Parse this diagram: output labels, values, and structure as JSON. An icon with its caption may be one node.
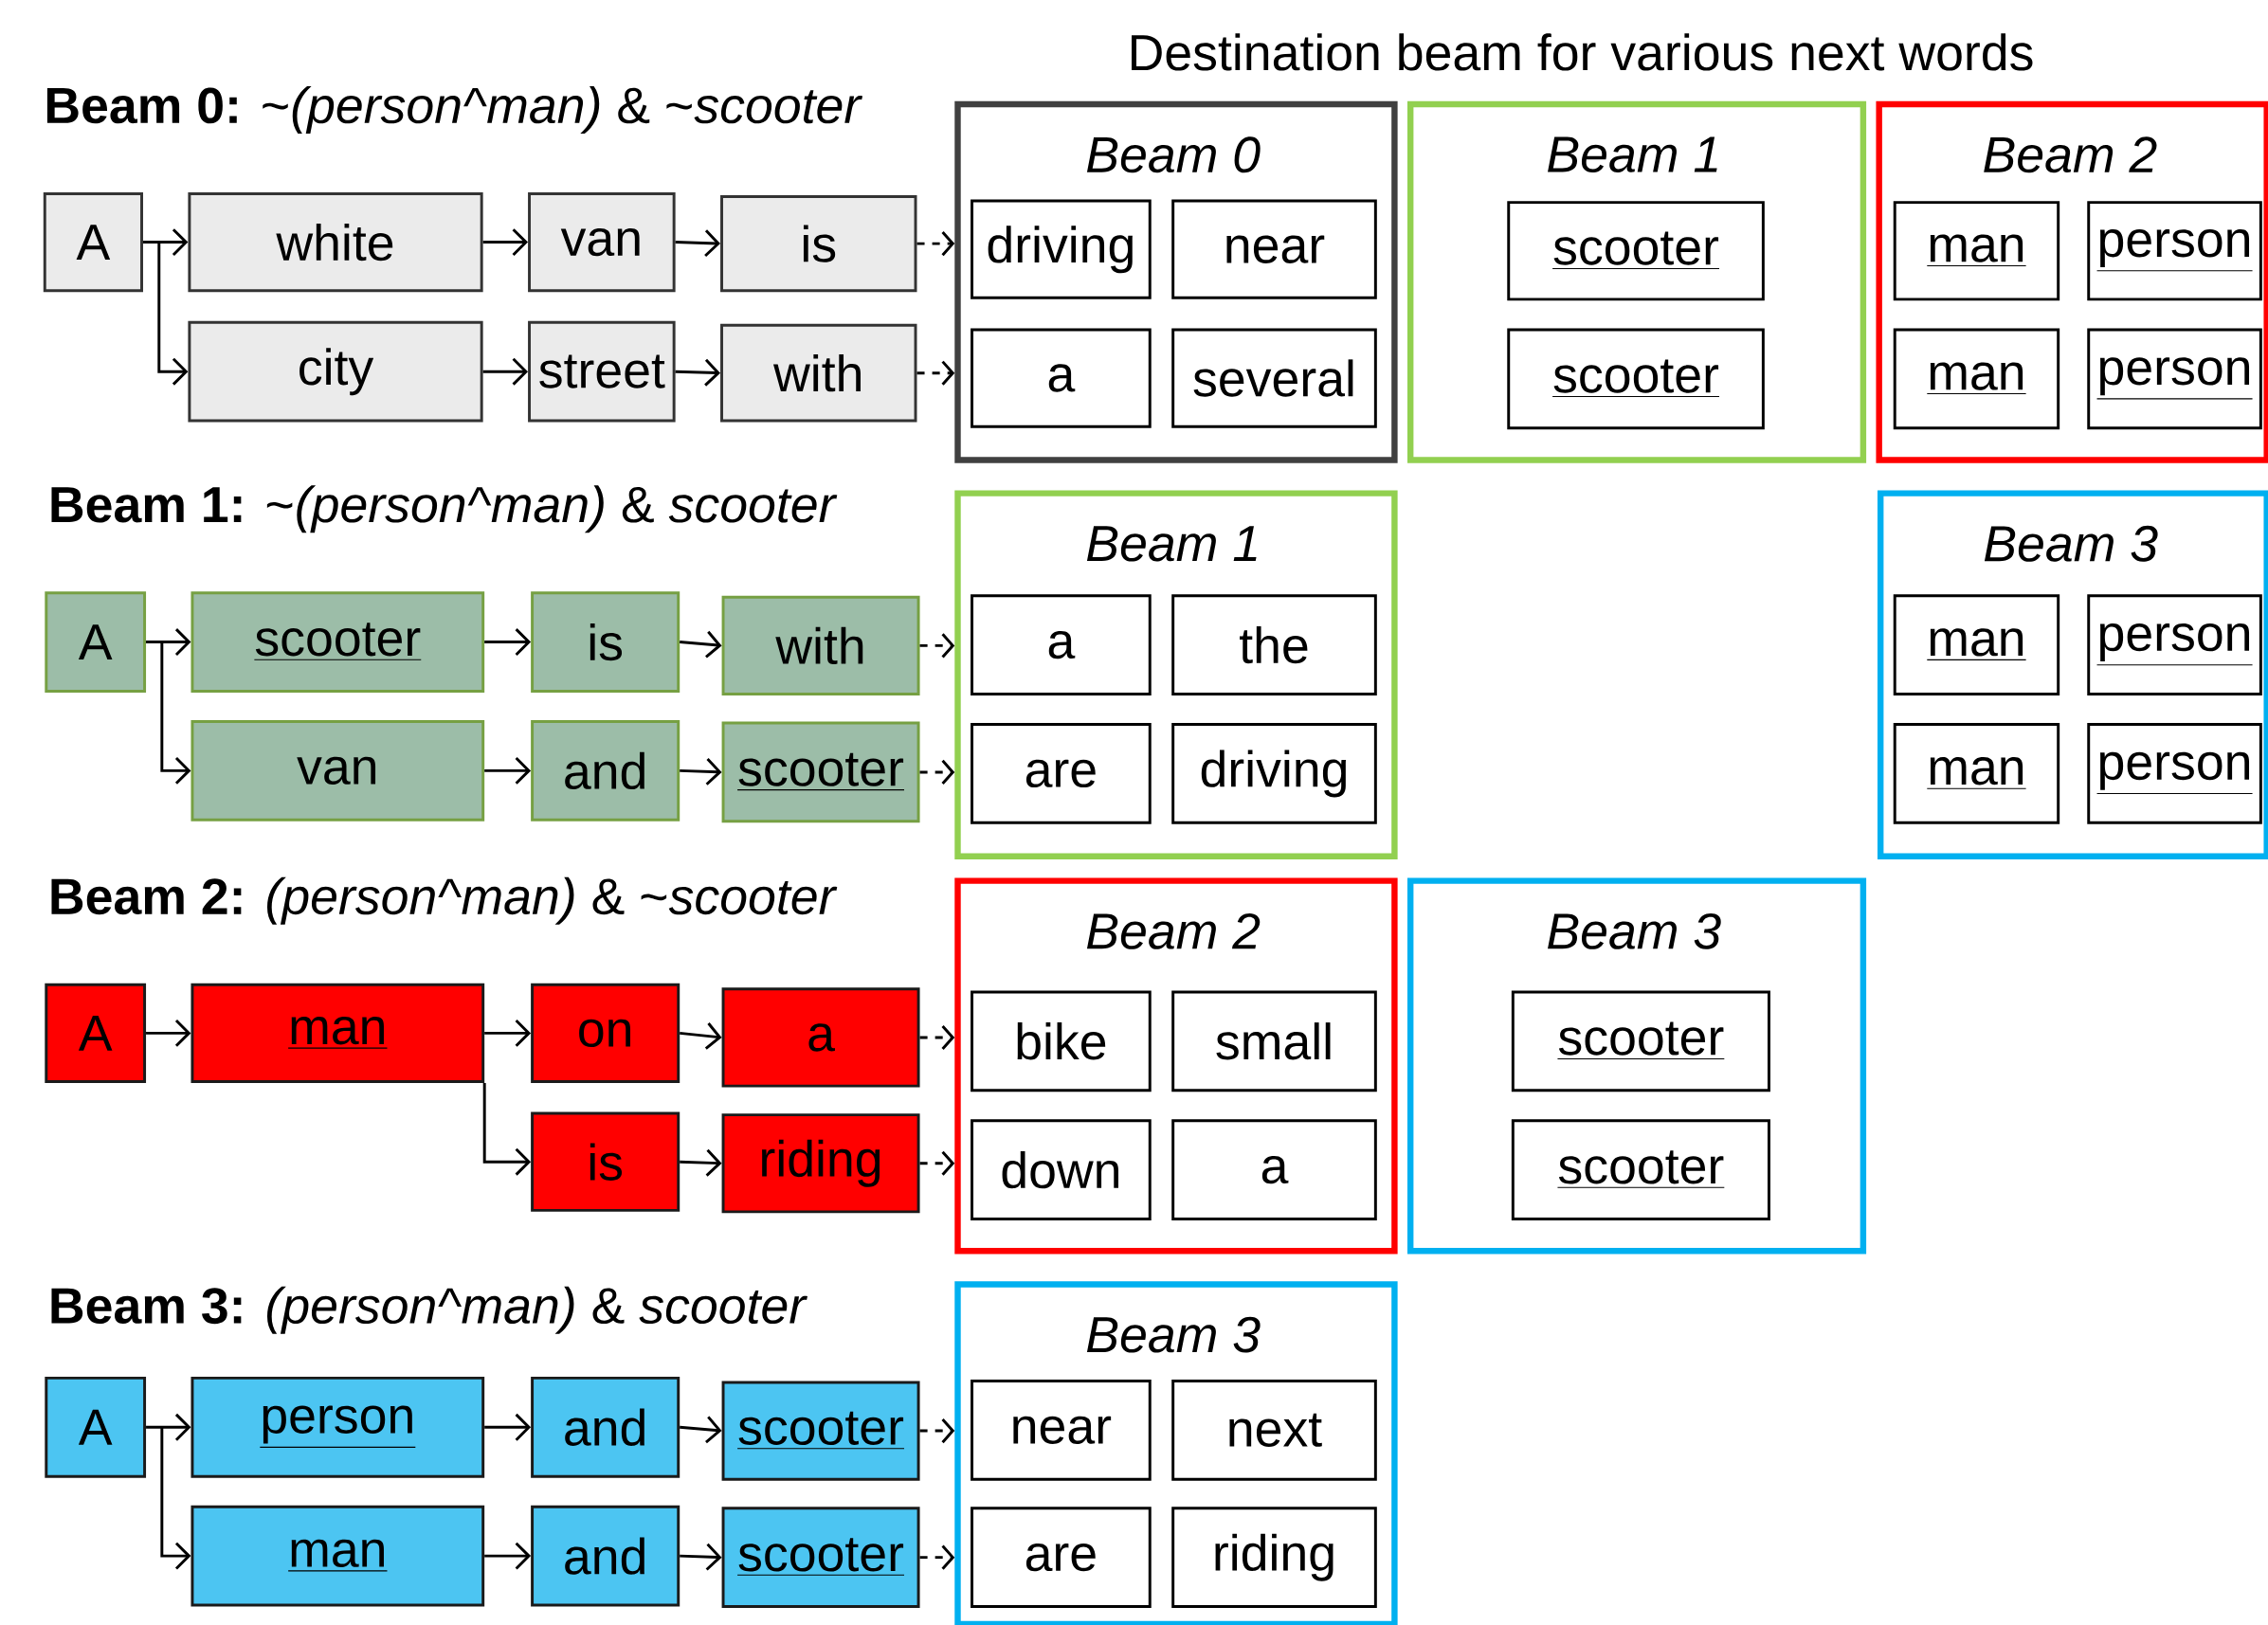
{
  "diagram": {
    "nodes": [
      {
        "text": [
          "A"
        ]
      },
      {
        "text": [
          "white"
        ]
      },
      {
        "text": [
          "van"
        ]
      },
      {
        "text": [
          "is"
        ]
      },
      {
        "text": [
          "city"
        ]
      },
      {
        "text": [
          "street"
        ]
      },
      {
        "text": [
          "with"
        ]
      },
      {
        "text": [
          "Beam 0"
        ]
      },
      {
        "text": [
          "driving"
        ],
        "in": 7
      },
      {
        "text": [
          "near"
        ],
        "in": 7
      },
      {
        "text": [
          "a"
        ],
        "in": 7
      },
      {
        "text": [
          "several"
        ],
        "in": 7
      },
      {
        "text": [
          "Beam 1"
        ]
      },
      {
        "text": [
          "scooter"
        ],
        "in": 12
      },
      {
        "text": [
          "scooter"
        ],
        "in": 12
      },
      {
        "text": [
          "Beam 2"
        ]
      },
      {
        "text": [
          "man"
        ],
        "in": 15
      },
      {
        "text": [
          "person"
        ],
        "in": 15
      },
      {
        "text": [
          "man"
        ],
        "in": 15
      },
      {
        "text": [
          "person"
        ],
        "in": 15
      },
      {
        "text": [
          "A"
        ]
      },
      {
        "text": [
          "scooter"
        ]
      },
      {
        "text": [
          "is"
        ]
      },
      {
        "text": [
          "with"
        ]
      },
      {
        "text": [
          "van"
        ]
      },
      {
        "text": [
          "and"
        ]
      },
      {
        "text": [
          "scooter"
        ]
      },
      {
        "text": [
          "Beam 1"
        ]
      },
      {
        "text": [
          "a"
        ],
        "in": 27
      },
      {
        "text": [
          "the"
        ],
        "in": 27
      },
      {
        "text": [
          "are"
        ],
        "in": 27
      },
      {
        "text": [
          "driving"
        ],
        "in": 27
      },
      {
        "text": [
          "Beam 3"
        ]
      },
      {
        "text": [
          "man"
        ],
        "in": 32
      },
      {
        "text": [
          "person"
        ],
        "in": 32
      },
      {
        "text": [
          "man"
        ],
        "in": 32
      },
      {
        "text": [
          "person"
        ],
        "in": 32
      },
      {
        "text": [
          "A"
        ]
      },
      {
        "text": [
          "man"
        ]
      },
      {
        "text": [
          "on"
        ]
      },
      {
        "text": [
          "a"
        ]
      },
      {
        "text": [
          "is"
        ]
      },
      {
        "text": [
          "riding"
        ]
      },
      {
        "text": [
          "Beam 2"
        ]
      },
      {
        "text": [
          "bike"
        ],
        "in": 43
      },
      {
        "text": [
          "small"
        ],
        "in": 43
      },
      {
        "text": [
          "down"
        ],
        "in": 43
      },
      {
        "text": [
          "a"
        ],
        "in": 43
      },
      {
        "text": [
          "Beam 3"
        ]
      },
      {
        "text": [
          "scooter"
        ],
        "in": 48
      },
      {
        "text": [
          "scooter"
        ],
        "in": 48
      },
      {
        "text": [
          "A"
        ]
      },
      {
        "text": [
          "person"
        ]
      },
      {
        "text": [
          "and"
        ]
      },
      {
        "text": [
          "scooter"
        ]
      },
      {
        "text": [
          "man"
        ]
      },
      {
        "text": [
          "and"
        ]
      },
      {
        "text": [
          "scooter"
        ]
      },
      {
        "text": [
          "Beam 3"
        ]
      },
      {
        "text": [
          "near"
        ],
        "in": 58
      },
      {
        "text": [
          "next"
        ],
        "in": 58
      },
      {
        "text": [
          "are"
        ],
        "in": 58
      },
      {
        "text": [
          "riding"
        ],
        "in": 58
      }
    ],
    "edges": [
      {
        "from": 0,
        "to": 1,
        "arrow": "to"
      },
      {
        "from": 0,
        "to": 4,
        "arrow": "to"
      },
      {
        "from": 1,
        "to": 2,
        "arrow": "to"
      },
      {
        "from": 2,
        "to": 3,
        "arrow": "to"
      },
      {
        "from": 4,
        "to": 5,
        "arrow": "to"
      },
      {
        "from": 5,
        "to": 6,
        "arrow": "to"
      },
      {
        "from": 3,
        "to": 7,
        "arrow": "to",
        "style": "dashed"
      },
      {
        "from": 6,
        "to": 7,
        "arrow": "to",
        "style": "dashed"
      },
      {
        "from": 20,
        "to": 21,
        "arrow": "to"
      },
      {
        "from": 20,
        "to": 24,
        "arrow": "to"
      },
      {
        "from": 21,
        "to": 22,
        "arrow": "to"
      },
      {
        "from": 22,
        "to": 23,
        "arrow": "to"
      },
      {
        "from": 24,
        "to": 25,
        "arrow": "to"
      },
      {
        "from": 25,
        "to": 26,
        "arrow": "to"
      },
      {
        "from": 23,
        "to": 27,
        "arrow": "to",
        "style": "dashed"
      },
      {
        "from": 26,
        "to": 27,
        "arrow": "to",
        "style": "dashed"
      },
      {
        "from": 37,
        "to": 38,
        "arrow": "to"
      },
      {
        "from": 38,
        "to": 39,
        "arrow": "to"
      },
      {
        "from": 39,
        "to": 40,
        "arrow": "to"
      },
      {
        "from": 38,
        "to": 41,
        "arrow": "to"
      },
      {
        "from": 41,
        "to": 42,
        "arrow": "to"
      },
      {
        "from": 40,
        "to": 43,
        "arrow": "to",
        "style": "dashed"
      },
      {
        "from": 42,
        "to": 43,
        "arrow": "to",
        "style": "dashed"
      },
      {
        "from": 51,
        "to": 52,
        "arrow": "to"
      },
      {
        "from": 51,
        "to": 55,
        "arrow": "to"
      },
      {
        "from": 52,
        "to": 53,
        "arrow": "to"
      },
      {
        "from": 53,
        "to": 54,
        "arrow": "to"
      },
      {
        "from": 55,
        "to": 56,
        "arrow": "to"
      },
      {
        "from": 56,
        "to": 57,
        "arrow": "to"
      },
      {
        "from": 54,
        "to": 58,
        "arrow": "to",
        "style": "dashed"
      },
      {
        "from": 57,
        "to": 58,
        "arrow": "to",
        "style": "dashed"
      }
    ],
    "labels": [
      "Destination beam for various next words",
      "**Beam 0:** ~*(person^man)* & ~*scooter*",
      "**Beam 1:** ~*(person^man)* & *scooter*",
      "**Beam 2:** *(person^man)* & ~*scooter*",
      "**Beam 3:** *(person^man)* & *scooter*"
    ]
  }
}
